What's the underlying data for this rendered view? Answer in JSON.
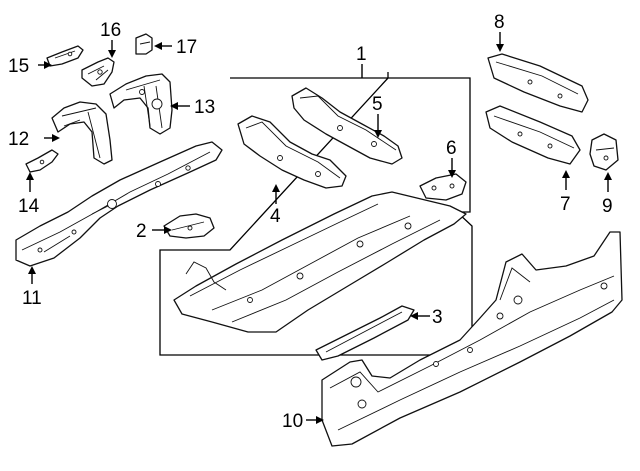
{
  "diagram": {
    "type": "exploded-parts-diagram",
    "callouts": [
      {
        "id": "callout-1",
        "label": "1"
      },
      {
        "id": "callout-2",
        "label": "2"
      },
      {
        "id": "callout-3",
        "label": "3"
      },
      {
        "id": "callout-4",
        "label": "4"
      },
      {
        "id": "callout-5",
        "label": "5"
      },
      {
        "id": "callout-6",
        "label": "6"
      },
      {
        "id": "callout-7",
        "label": "7"
      },
      {
        "id": "callout-8",
        "label": "8"
      },
      {
        "id": "callout-9",
        "label": "9"
      },
      {
        "id": "callout-10",
        "label": "10"
      },
      {
        "id": "callout-11",
        "label": "11"
      },
      {
        "id": "callout-12",
        "label": "12"
      },
      {
        "id": "callout-13",
        "label": "13"
      },
      {
        "id": "callout-14",
        "label": "14"
      },
      {
        "id": "callout-15",
        "label": "15"
      },
      {
        "id": "callout-16",
        "label": "16"
      },
      {
        "id": "callout-17",
        "label": "17"
      }
    ],
    "colors": {
      "line": "#111111",
      "background": "#ffffff"
    }
  }
}
